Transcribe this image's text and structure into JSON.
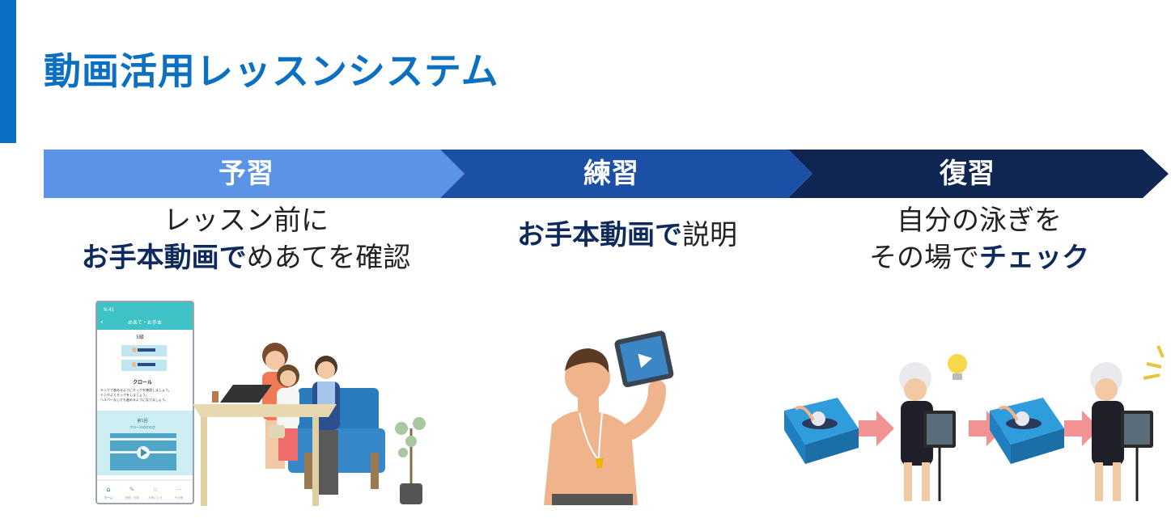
{
  "title": "動画活用レッスンシステム",
  "steps": [
    {
      "label": "予習",
      "color": "#5b93e6"
    },
    {
      "label": "練習",
      "color": "#1c4fa6"
    },
    {
      "label": "復習",
      "color": "#0f2652"
    }
  ],
  "descriptions": {
    "prep": {
      "line1": "レッスン前に",
      "bold": "お手本動画で",
      "rest": "めあてを確認"
    },
    "practice": {
      "bold": "お手本動画で",
      "rest": "説明"
    },
    "review": {
      "line1": "自分の泳ぎを",
      "rest": "その場で",
      "bold": "チェック"
    }
  },
  "phone": {
    "status": "9:41",
    "header": "めあて・お手本",
    "select": "5級",
    "stroke": "クロール",
    "text1": "キックで進めるようにキックを練習しましょう。",
    "text2": "テンポよくキックをしましょう。",
    "text3": "ヘルパーなしでも進めるようになりましょう。",
    "lesson": "第1回",
    "lesson_sub": "クロールのけのび",
    "tabs": [
      "ホーム",
      "記録・日誌",
      "お気に入り",
      "その他"
    ]
  }
}
